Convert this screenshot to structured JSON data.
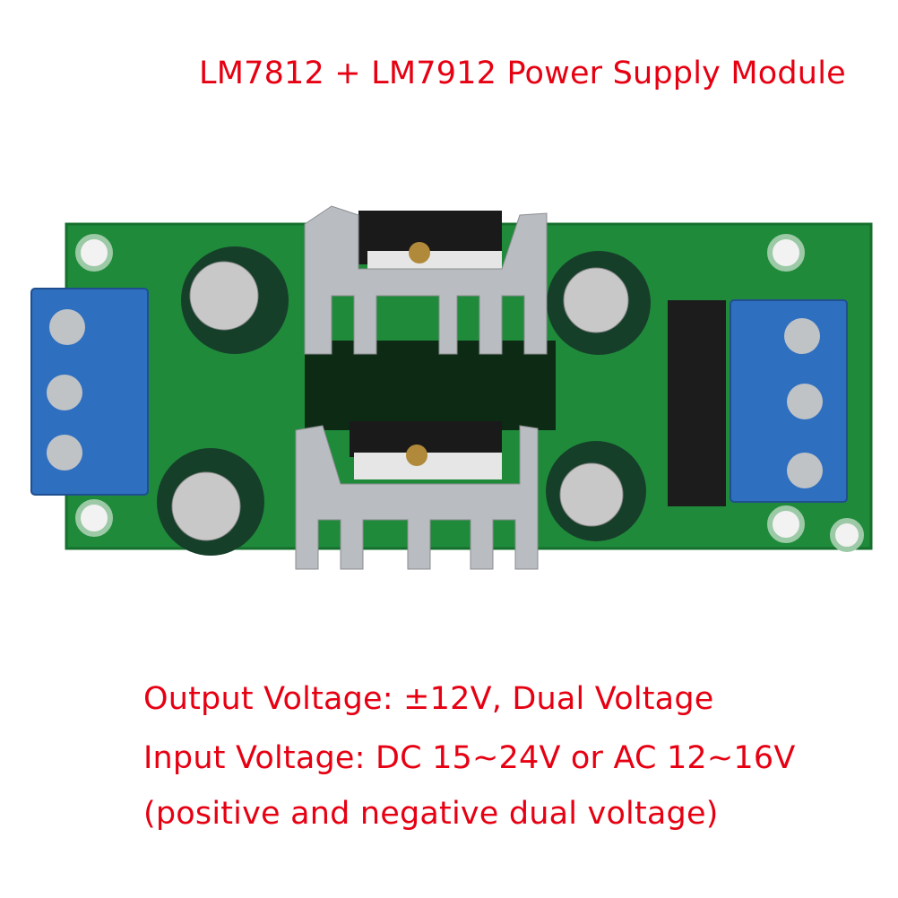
{
  "title": "LM7812 + LM7912 Power Supply Module",
  "specs": {
    "output": "Output Voltage: ±12V, Dual Voltage",
    "input": "Input Voltage: DC 15~24V or AC 12~16V",
    "note": "(positive and negative dual voltage)"
  },
  "colors": {
    "text": "#e60012",
    "pcb": "#1f8a3a",
    "terminal": "#2f6fc0",
    "heatsink": "#b9bcc0"
  }
}
